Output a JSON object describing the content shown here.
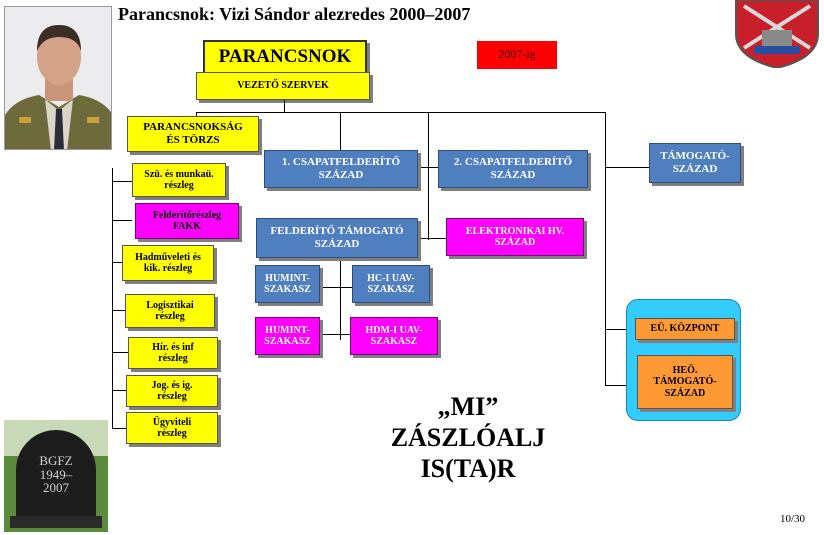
{
  "title": "Parancsnok: Vizi Sándor alezredes 2000–2007",
  "commander": {
    "main": "PARANCSNOK",
    "sub": "VEZETŐ SZERVEK"
  },
  "until_badge": "2007-ig",
  "hq": "PARANCSNOKSÁG\nÉS TÖRZS",
  "left_units": [
    "Szü. és munkaü.\nrészleg",
    "Felderítőrészleg\nFAKK",
    "Hadműveleti és\nkik. részleg",
    "Logisztikai\nrészleg",
    "Hír. és inf\nrészleg",
    "Jog. és ig.\nrészleg",
    "Ügyviteli\nrészleg"
  ],
  "recon_company_1": "1. CSAPATFELDERÍTŐ\nSZÁZAD",
  "recon_company_2": "2. CSAPATFELDERÍTŐ\nSZÁZAD",
  "support_company": "TÁMOGATÓ-\nSZÁZAD",
  "recon_support_company": "FELDERÍTŐ TÁMOGATÓ\nSZÁZAD",
  "ew_company": "ELEKTRONIKAI HV.\nSZÁZAD",
  "humint_1": "HUMINT-\nSZAKASZ",
  "hci_uav": "HC-I UAV-\nSZAKASZ",
  "humint_2": "HUMINT-\nSZAKASZ",
  "hdmi_uav": "HDM-I UAV-\nSZAKASZ",
  "medical_center": "EÜ. KÖZPONT",
  "medical_support": "HEÖ.\nTÁMOGATÓ-\nSZÁZAD",
  "slogan": [
    "„MI”",
    "ZÁSZLÓALJ",
    "IS(TA)R"
  ],
  "gravestone_text": [
    "BGFZ",
    "1949–",
    "2007"
  ],
  "page_number": "10/30",
  "colors": {
    "yellow": "#ffff00",
    "blue": "#4f7fbf",
    "magenta": "#ff00ff",
    "orange": "#ff9933",
    "red": "#ff0000",
    "cyan_panel": "#33ccff"
  },
  "icons": [
    "commander-portrait",
    "coat-of-arms-icon",
    "gravestone-image"
  ]
}
